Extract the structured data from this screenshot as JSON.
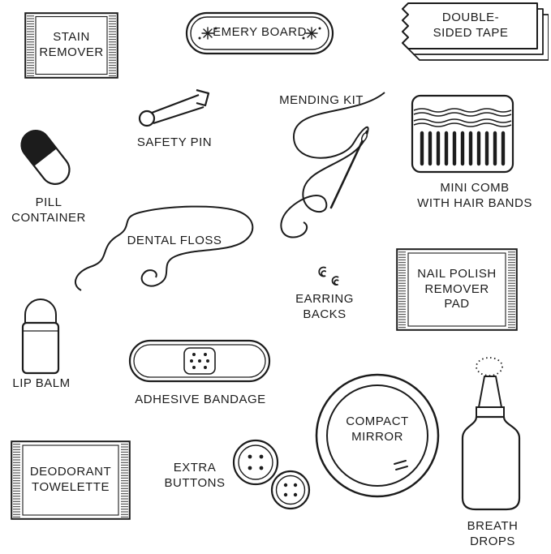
{
  "colors": {
    "ink": "#1c1c1c",
    "background": "#ffffff"
  },
  "items": {
    "stain_remover": {
      "label": "STAIN\nREMOVER"
    },
    "emery_board": {
      "label": "EMERY BOARD"
    },
    "double_sided_tape": {
      "label": "DOUBLE-\nSIDED TAPE"
    },
    "safety_pin": {
      "label": "SAFETY PIN"
    },
    "mending_kit": {
      "label": "MENDING KIT"
    },
    "mini_comb": {
      "label": "MINI COMB\nWITH HAIR BANDS"
    },
    "pill_container": {
      "label": "PILL\nCONTAINER"
    },
    "dental_floss": {
      "label": "DENTAL FLOSS"
    },
    "earring_backs": {
      "label": "EARRING\nBACKS"
    },
    "nail_polish_pad": {
      "label": "NAIL POLISH\nREMOVER\nPAD"
    },
    "lip_balm": {
      "label": "LIP BALM"
    },
    "adhesive_bandage": {
      "label": "ADHESIVE BANDAGE"
    },
    "compact_mirror": {
      "label": "COMPACT\nMIRROR"
    },
    "breath_drops": {
      "label": "BREATH\nDROPS"
    },
    "deodorant_towelette": {
      "label": "DEODORANT\nTOWELETTE"
    },
    "extra_buttons": {
      "label": "EXTRA\nBUTTONS"
    }
  }
}
